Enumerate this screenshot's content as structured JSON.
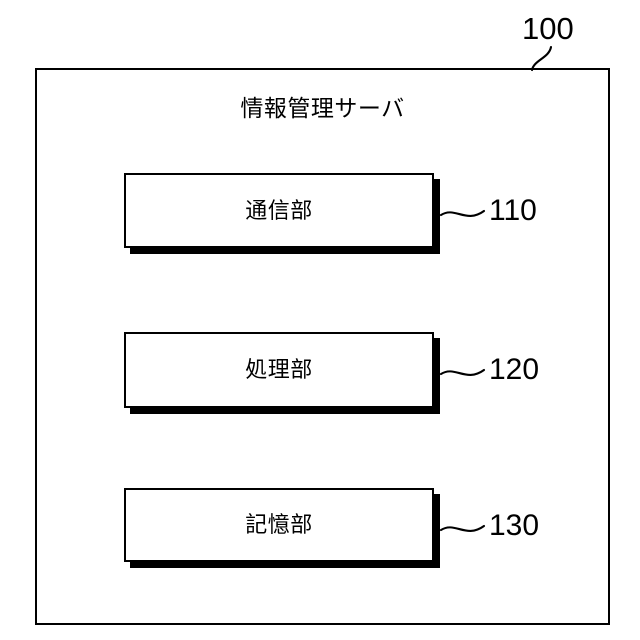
{
  "figure": {
    "kind": "patent-block-diagram",
    "background_color": "#ffffff",
    "line_color": "#000000"
  },
  "outer_box": {
    "title": "情報管理サーバ",
    "reference_numeral": "100"
  },
  "components": [
    {
      "id": "communication-unit",
      "label": "通信部",
      "reference_numeral": "110"
    },
    {
      "id": "processing-unit",
      "label": "処理部",
      "reference_numeral": "120"
    },
    {
      "id": "storage-unit",
      "label": "記憶部",
      "reference_numeral": "130"
    }
  ]
}
